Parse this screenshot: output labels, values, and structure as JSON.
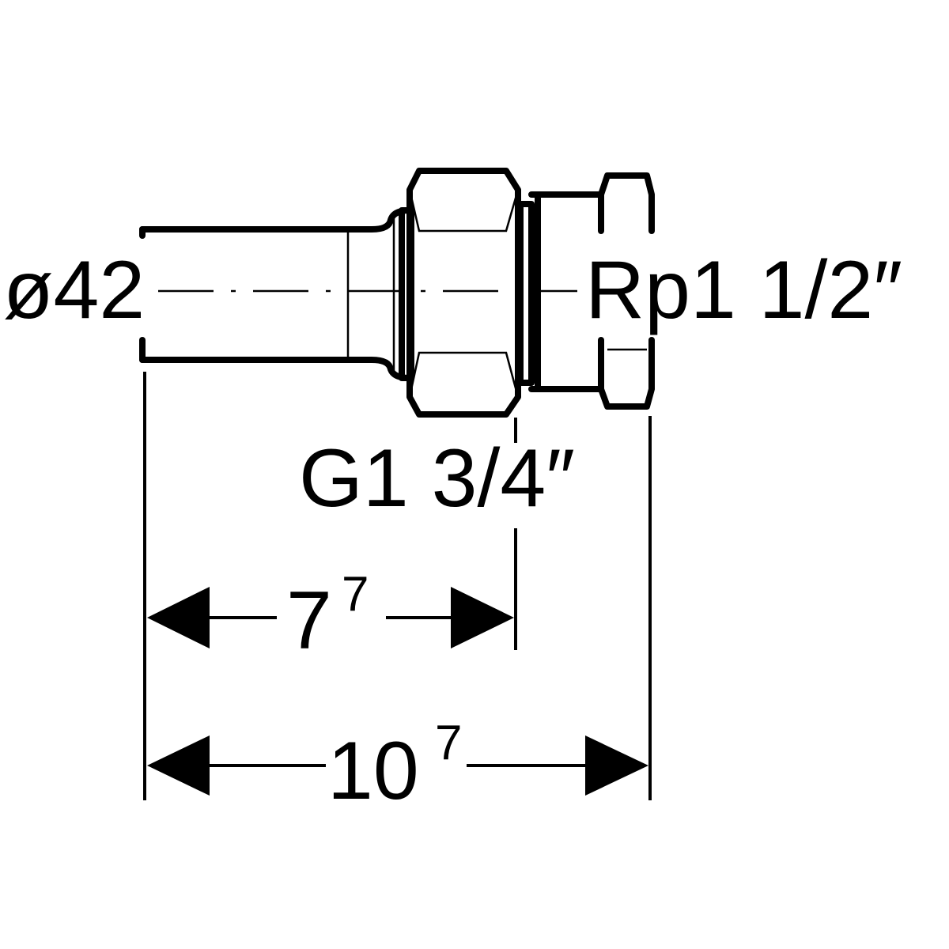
{
  "diameter_label": "ø42",
  "inner_thread_label": "Rp1 1/2″",
  "outer_thread_label": "G1 3/4″",
  "dim_short": {
    "base": "7",
    "sup": "7"
  },
  "dim_long": {
    "base": "10",
    "sup": "7"
  }
}
